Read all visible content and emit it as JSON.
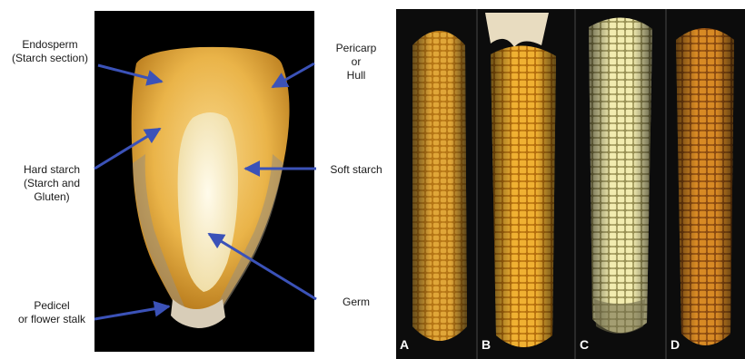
{
  "kernel_diagram": {
    "labels": {
      "endosperm": "Endosperm\n(Starch section)",
      "pericarp": "Pericarp\nor\nHull",
      "hard_starch": "Hard starch\n(Starch and\nGluten)",
      "soft_starch": "Soft starch",
      "pedicel": "Pedicel\nor flower stalk",
      "germ": "Germ"
    },
    "colors": {
      "background": "#000000",
      "arrow": "#3b52b8",
      "kernel": "#e8b13a",
      "starch": "#f6ecc9"
    }
  },
  "corn_ears": {
    "letters": [
      "A",
      "B",
      "C",
      "D"
    ],
    "colors": {
      "background": "#0c0c0c",
      "ear_a": "#d89a2a",
      "ear_b": "#e6a426",
      "ear_c": "#ece6a2",
      "ear_d": "#cf7a1c"
    }
  }
}
